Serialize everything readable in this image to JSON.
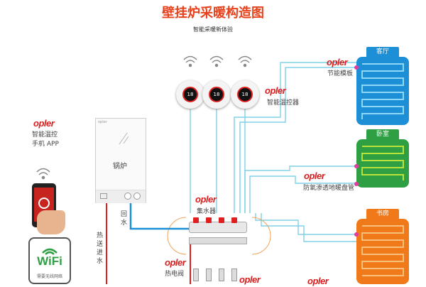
{
  "header": {
    "title": "壁挂炉采暖构造图",
    "subtitle": "智能采暖新体验"
  },
  "brand": "opler",
  "labels": {
    "energy_module": "节能模板",
    "thermostat": "智能温控器",
    "app_line1": "智能温控",
    "app_line2": "手机 APP",
    "boiler": "锅炉",
    "boiler_tag": "opler",
    "manifold": "集水器",
    "floor_pipe": "防氧渗透地暖盘管",
    "return_water": "回水",
    "supply_water": "热送进水",
    "valve": "热电阀",
    "wifi_word": "WiFi",
    "wifi_note": "需要无线网络"
  },
  "rooms": [
    {
      "name": "客厅",
      "color": "#1c8fd6",
      "pipe": "#1ea6e0"
    },
    {
      "name": "卧室",
      "color": "#2ea043",
      "pipe": "#b6e23a"
    },
    {
      "name": "书房",
      "color": "#f07a1a",
      "pipe": "#f7a23a"
    }
  ],
  "thermostats": [
    {
      "reading": "18"
    },
    {
      "reading": "18"
    },
    {
      "reading": "18"
    }
  ],
  "colors": {
    "hot": "#e02020",
    "cold": "#1c8fd6",
    "wire": "#7fd0e8",
    "accent": "#e8421c"
  }
}
